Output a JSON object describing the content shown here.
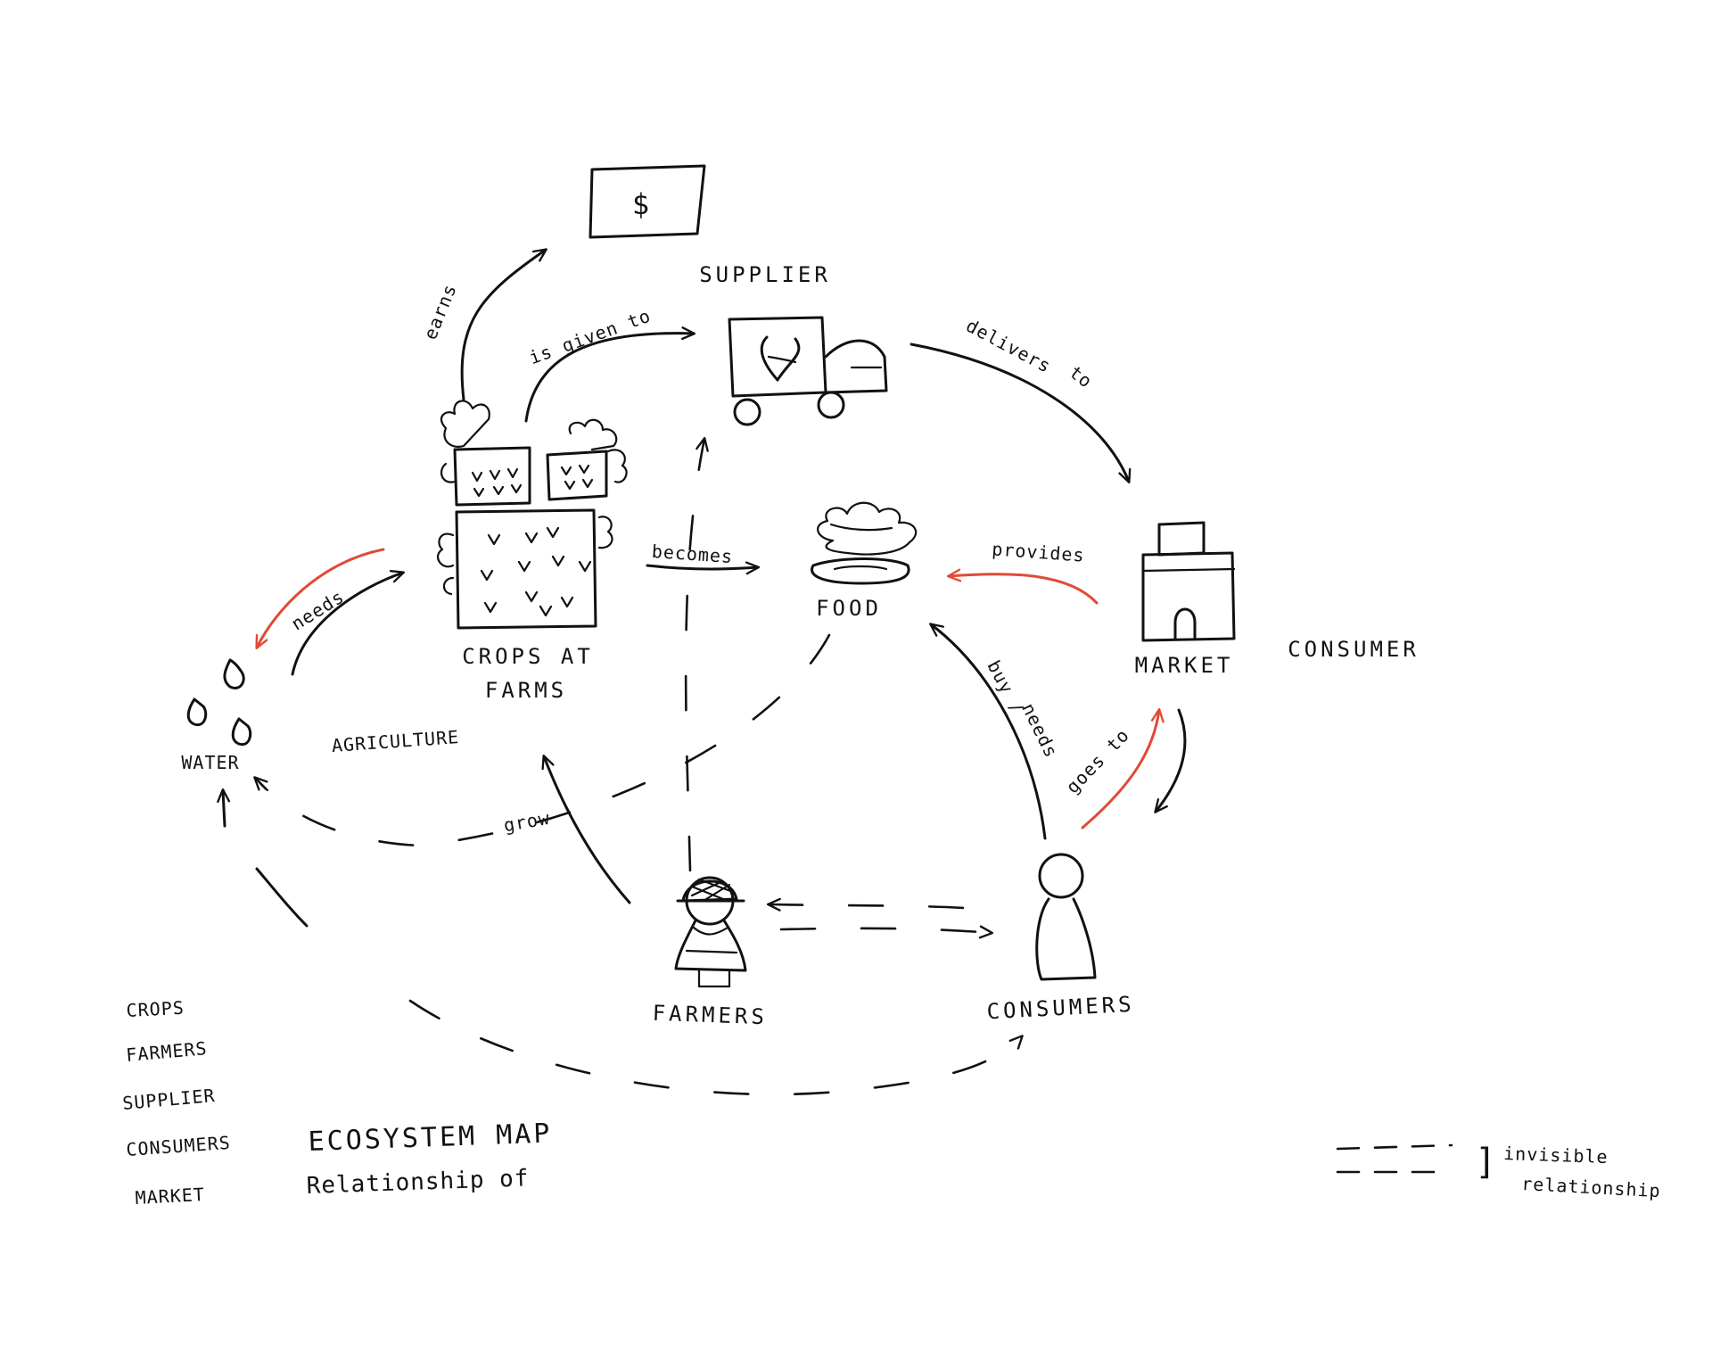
{
  "nodes": {
    "money": "$",
    "supplier": "SUPPLIER",
    "food": "FOOD",
    "market": "MARKET",
    "consumer_side": "CONSUMER",
    "crops_line1": "CROPS AT",
    "crops_line2": "FARMS",
    "agriculture": "AGRICULTURE",
    "water": "WATER",
    "farmers": "FARMERS",
    "consumers": "CONSUMERS"
  },
  "edges": {
    "earns": "earns",
    "is_given_to": "is given to",
    "delivers_to_1": "delivers",
    "delivers_to_2": "to",
    "becomes": "becomes",
    "provides": "provides",
    "needs": "needs",
    "grow": "grow",
    "buy_needs_1": "buy /",
    "buy_needs_2": "needs",
    "goes_to": "goes to"
  },
  "list": [
    "CROPS",
    "FARMERS",
    "SUPPLIER",
    "CONSUMERS",
    "MARKET"
  ],
  "title": {
    "line1": "ECOSYSTEM MAP",
    "line2": "Relationship of"
  },
  "legend": {
    "bracket": "]",
    "label1": "invisible",
    "label2": "relationship"
  },
  "colors": {
    "ink": "#111111",
    "accent": "#e04a36",
    "paper": "#ffffff"
  }
}
